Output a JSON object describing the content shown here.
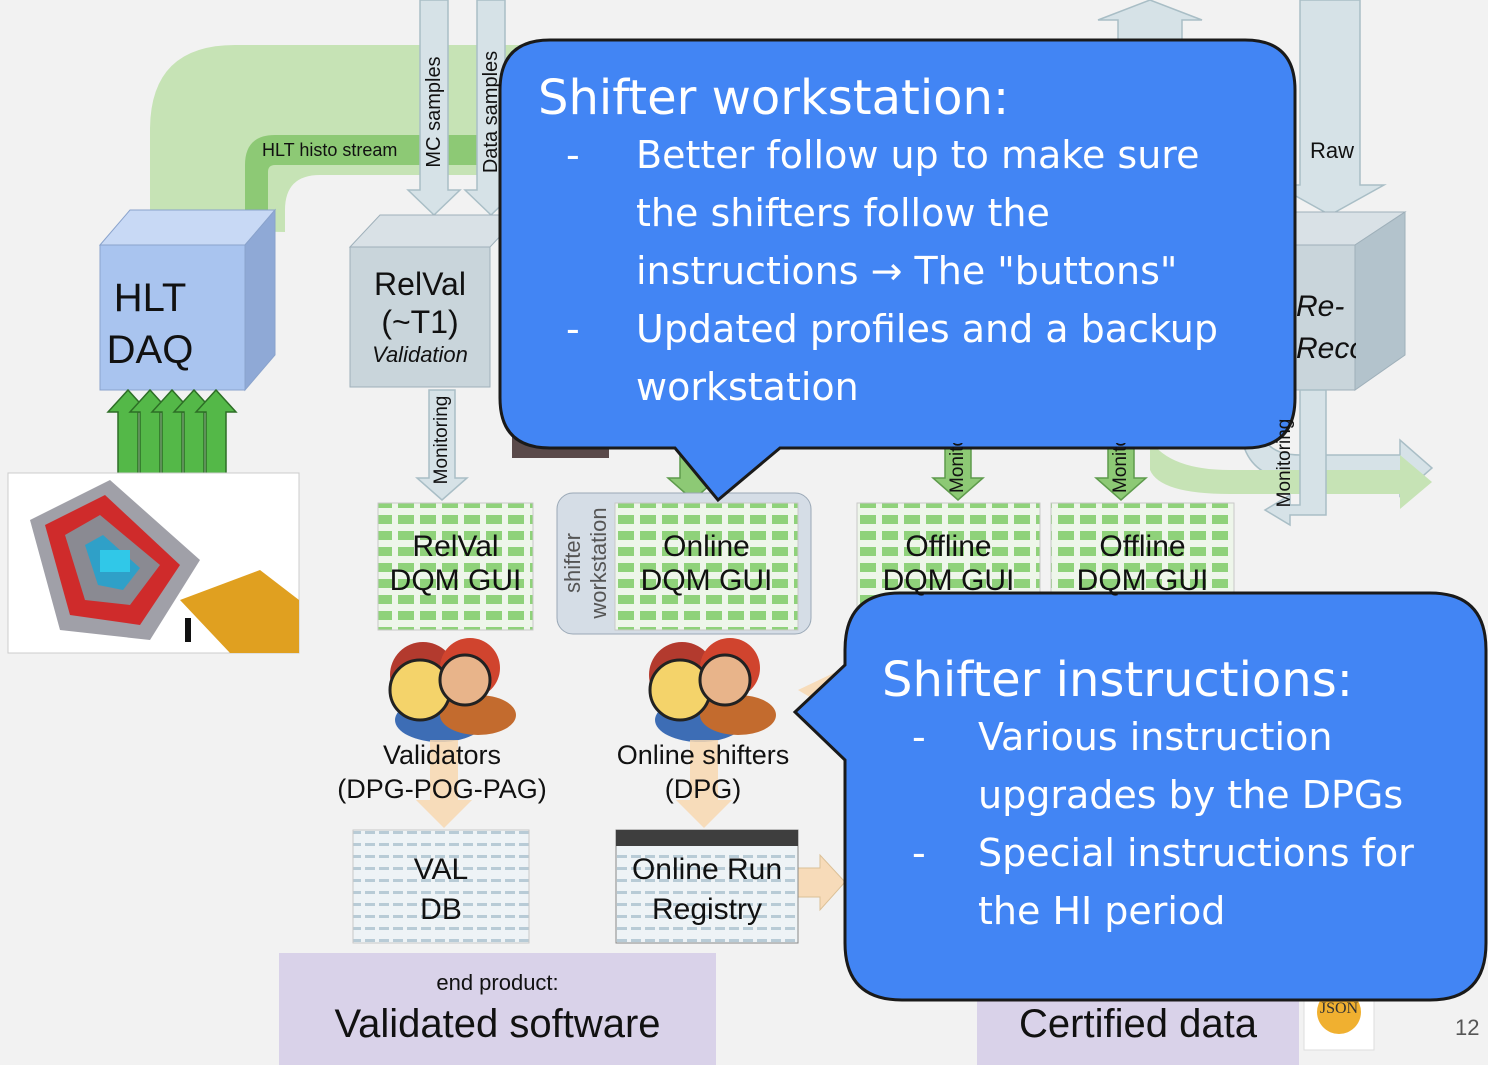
{
  "diagram": {
    "streams": {
      "hlt_histo": "HLT histo stream",
      "mc_samples": "MC samples",
      "data_samples": "Data samples",
      "raw": "Raw"
    },
    "boxes": {
      "hlt": [
        "HLT",
        "DAQ"
      ],
      "relval": [
        "RelVal",
        "(~T1)",
        "Validation"
      ],
      "reco": [
        "Re-",
        "Reco"
      ]
    },
    "monitoring": "Monitoring",
    "guis": {
      "relval": [
        "RelVal",
        "DQM GUI"
      ],
      "online": [
        "Online",
        "DQM GUI"
      ],
      "offline1": [
        "Offline",
        "DQM GUI"
      ],
      "offline2": [
        "Offline",
        "DQM GUI"
      ]
    },
    "shifter_workstation": [
      "shifter",
      "workstation"
    ],
    "groups": {
      "validators": [
        "Validators",
        "(DPG-POG-PAG)"
      ],
      "online_shifters": [
        "Online shifters",
        "(DPG)"
      ]
    },
    "databases": {
      "val": [
        "VAL",
        "DB"
      ],
      "run_registry": [
        "Online Run",
        "Registry"
      ]
    },
    "products": {
      "validated_caption": "end product:",
      "validated": "Validated software",
      "certified": "Certified data",
      "json_badge": "JSON"
    },
    "page_number": "12"
  },
  "callouts": {
    "workstation": {
      "title": "Shifter workstation:",
      "items": [
        "Better follow up to make sure the shifters follow the instructions → The \"buttons\"",
        "Updated profiles and a backup workstation"
      ]
    },
    "instructions": {
      "title": "Shifter instructions:",
      "items": [
        "Various instruction upgrades by the DPGs",
        "Special instructions for the HI period"
      ]
    },
    "bullet": "-"
  },
  "colors": {
    "callout_fill": "#4285f4",
    "callout_stroke": "#1a1a1a",
    "box_face": "#a9c4ef",
    "green_stream": "#a6d68e",
    "product_fill": "#d9d2e9"
  }
}
